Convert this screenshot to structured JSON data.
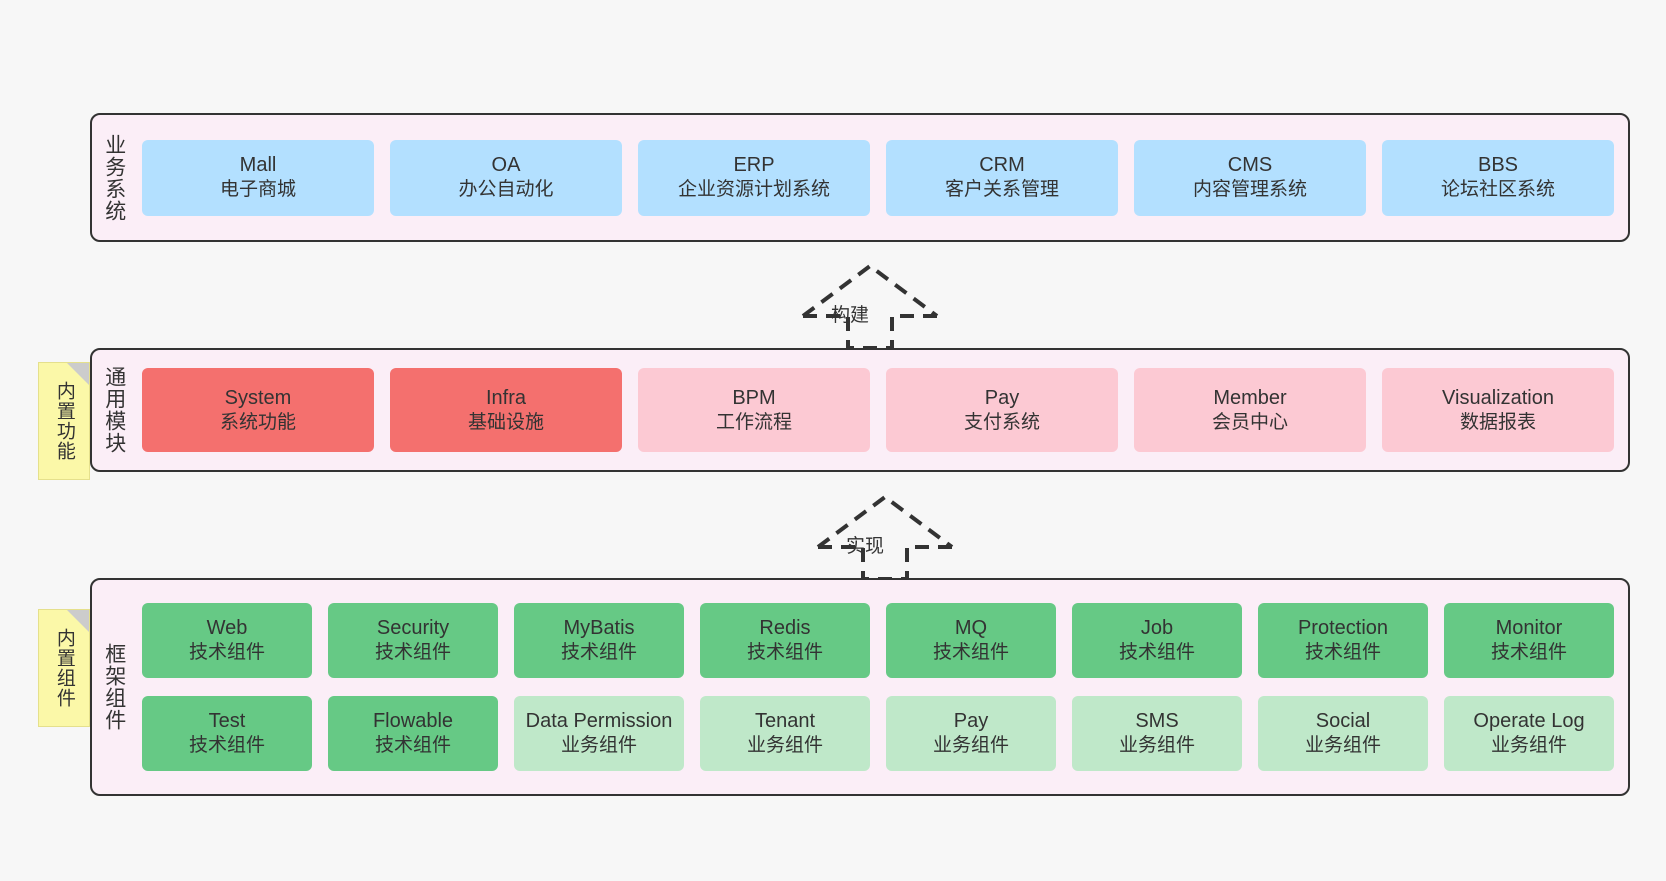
{
  "diagram": {
    "title": "",
    "background_color": "#f7f7f7",
    "panel_color": "#fbeef7",
    "panel_border_color": "#333333"
  },
  "layers": [
    {
      "id": "business-system",
      "title": "业务系统",
      "rows": [
        {
          "nodes": [
            {
              "title": "Mall",
              "sub": "电子商城",
              "color": "#b3e0ff",
              "style": "blue"
            },
            {
              "title": "OA",
              "sub": "办公自动化",
              "color": "#b3e0ff",
              "style": "blue"
            },
            {
              "title": "ERP",
              "sub": "企业资源计划系统",
              "color": "#b3e0ff",
              "style": "blue"
            },
            {
              "title": "CRM",
              "sub": "客户关系管理",
              "color": "#b3e0ff",
              "style": "blue"
            },
            {
              "title": "CMS",
              "sub": "内容管理系统",
              "color": "#b3e0ff",
              "style": "blue"
            },
            {
              "title": "BBS",
              "sub": "论坛社区系统",
              "color": "#b3e0ff",
              "style": "blue"
            }
          ]
        }
      ]
    },
    {
      "id": "common-module",
      "title": "通用模块",
      "note": {
        "text": "内置功能",
        "color": "#fbf8a8"
      },
      "rows": [
        {
          "nodes": [
            {
              "title": "System",
              "sub": "系统功能",
              "color": "#f4706e",
              "style": "red"
            },
            {
              "title": "Infra",
              "sub": "基础设施",
              "color": "#f4706e",
              "style": "red"
            },
            {
              "title": "BPM",
              "sub": "工作流程",
              "color": "#fcc9d3",
              "style": "pink"
            },
            {
              "title": "Pay",
              "sub": "支付系统",
              "color": "#fcc9d3",
              "style": "pink"
            },
            {
              "title": "Member",
              "sub": "会员中心",
              "color": "#fcc9d3",
              "style": "pink"
            },
            {
              "title": "Visualization",
              "sub": "数据报表",
              "color": "#fcc9d3",
              "style": "pink"
            }
          ]
        }
      ]
    },
    {
      "id": "framework-component",
      "title": "框架组件",
      "note": {
        "text": "内置组件",
        "color": "#fbf8a8"
      },
      "rows": [
        {
          "nodes": [
            {
              "title": "Web",
              "sub": "技术组件",
              "color": "#66c985",
              "style": "green"
            },
            {
              "title": "Security",
              "sub": "技术组件",
              "color": "#66c985",
              "style": "green"
            },
            {
              "title": "MyBatis",
              "sub": "技术组件",
              "color": "#66c985",
              "style": "green"
            },
            {
              "title": "Redis",
              "sub": "技术组件",
              "color": "#66c985",
              "style": "green"
            },
            {
              "title": "MQ",
              "sub": "技术组件",
              "color": "#66c985",
              "style": "green"
            },
            {
              "title": "Job",
              "sub": "技术组件",
              "color": "#66c985",
              "style": "green"
            },
            {
              "title": "Protection",
              "sub": "技术组件",
              "color": "#66c985",
              "style": "green"
            },
            {
              "title": "Monitor",
              "sub": "技术组件",
              "color": "#66c985",
              "style": "green"
            }
          ]
        },
        {
          "nodes": [
            {
              "title": "Test",
              "sub": "技术组件",
              "color": "#66c985",
              "style": "green"
            },
            {
              "title": "Flowable",
              "sub": "技术组件",
              "color": "#66c985",
              "style": "green"
            },
            {
              "title": "Data Permission",
              "sub": "业务组件",
              "color": "#bfe8c9",
              "style": "mint"
            },
            {
              "title": "Tenant",
              "sub": "业务组件",
              "color": "#bfe8c9",
              "style": "mint"
            },
            {
              "title": "Pay",
              "sub": "业务组件",
              "color": "#bfe8c9",
              "style": "mint"
            },
            {
              "title": "SMS",
              "sub": "业务组件",
              "color": "#bfe8c9",
              "style": "mint"
            },
            {
              "title": "Social",
              "sub": "业务组件",
              "color": "#bfe8c9",
              "style": "mint"
            },
            {
              "title": "Operate Log",
              "sub": "业务组件",
              "color": "#bfe8c9",
              "style": "mint"
            }
          ]
        }
      ]
    }
  ],
  "connectors": [
    {
      "id": "build",
      "label": "构建",
      "from": "common-module",
      "to": "business-system",
      "style": "dashed-hollow-arrow"
    },
    {
      "id": "implement",
      "label": "实现",
      "from": "framework-component",
      "to": "common-module",
      "style": "dashed-hollow-arrow"
    }
  ]
}
